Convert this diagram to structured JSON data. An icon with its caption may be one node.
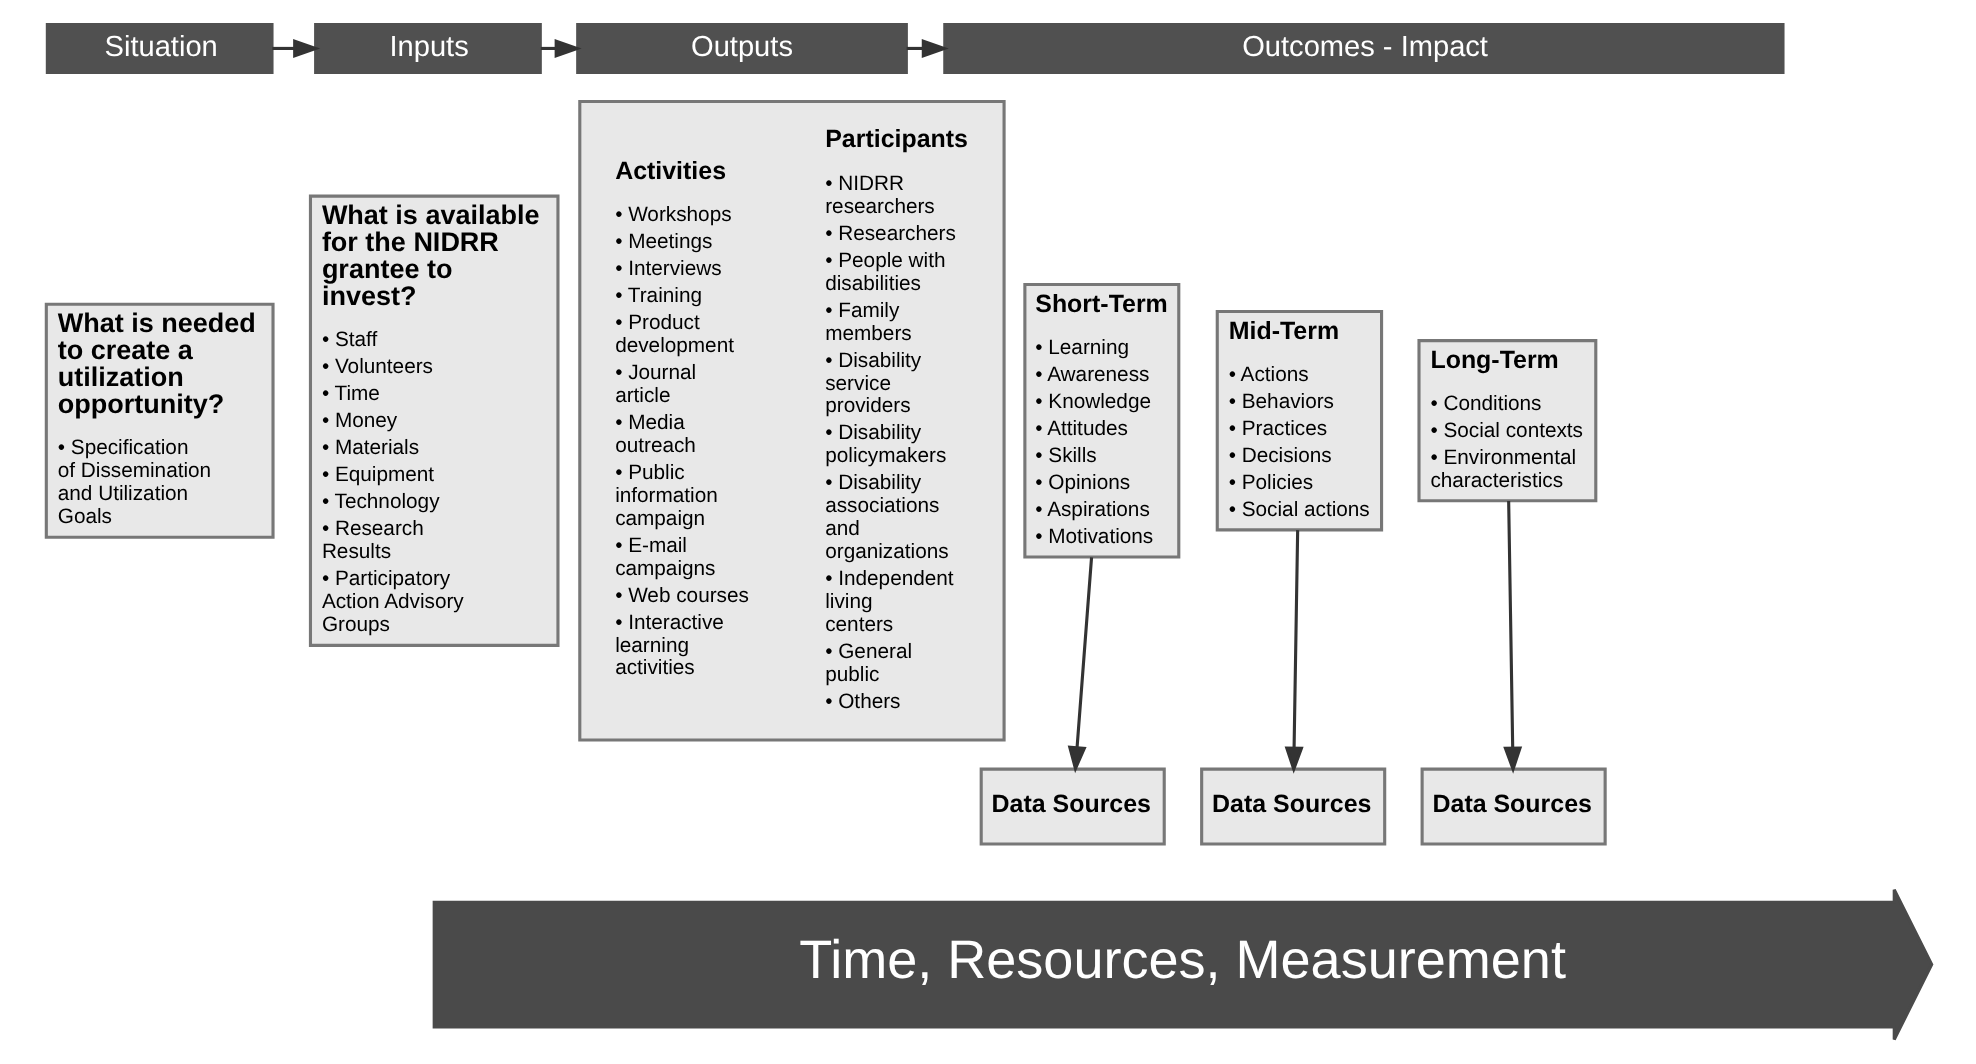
{
  "diagram": {
    "nodes": [
      {
        "text": [
          "Situation"
        ]
      },
      {
        "text": [
          "Inputs"
        ]
      },
      {
        "text": [
          "Outputs"
        ]
      },
      {
        "text": [
          "Outcomes - Impact"
        ]
      },
      {
        "text": [
          "What is needed to create a utilization opportunity?",
          "• Specification of Dissemination and Utilization Goals"
        ]
      },
      {
        "text": [
          "What is available for the NIDRR grantee to invest?",
          "• Staff",
          "• Volunteers",
          "• Time",
          "• Money",
          "• Materials",
          "• Equipment",
          "• Technology",
          "• Research Results",
          "• Participatory Action Advisory Groups"
        ]
      },
      {
        "text": [],
        "shape": "box"
      },
      {
        "text": [
          "Activities",
          "• Workshops",
          "• Meetings",
          "• Interviews",
          "• Training",
          "• Product development",
          "• Journal article",
          "• Media outreach",
          "• Public information campaign",
          "• E-mail campaigns",
          "• Web courses",
          "• Interactive learning activities"
        ],
        "in": 6
      },
      {
        "text": [
          "Participants",
          "• NIDRR researchers",
          "• Researchers",
          "• People with disabilities",
          "• Family members",
          "• Disability service providers",
          "• Disability policymakers",
          "• Disability associations and organizations",
          "• Independent living centers",
          "• General public",
          "• Others"
        ],
        "in": 6
      },
      {
        "text": [
          "Short-Term",
          "• Learning",
          "• Awareness",
          "• Knowledge",
          "• Attitudes",
          "• Skills",
          "• Opinions",
          "• Aspirations",
          "• Motivations"
        ]
      },
      {
        "text": [
          "Mid-Term",
          "• Actions",
          "• Behaviors",
          "• Practices",
          "• Decisions",
          "• Policies",
          "• Social actions"
        ]
      },
      {
        "text": [
          "Long-Term",
          "• Conditions",
          "• Social contexts",
          "• Environmental characteristics"
        ]
      },
      {
        "text": [
          "Data Sources"
        ]
      },
      {
        "text": [
          "Data Sources"
        ]
      },
      {
        "text": [
          "Data Sources"
        ]
      },
      {
        "text": [
          "Time, Resources, Measurement"
        ]
      }
    ],
    "edges": [
      {
        "from": 0,
        "to": 1,
        "arrow": "to"
      },
      {
        "from": 1,
        "to": 2,
        "arrow": "to"
      },
      {
        "from": 2,
        "to": 3,
        "arrow": "to"
      },
      {
        "from": 9,
        "to": 12,
        "arrow": "to"
      },
      {
        "from": 10,
        "to": 13,
        "arrow": "to"
      },
      {
        "from": 11,
        "to": 14,
        "arrow": "to"
      }
    ]
  }
}
